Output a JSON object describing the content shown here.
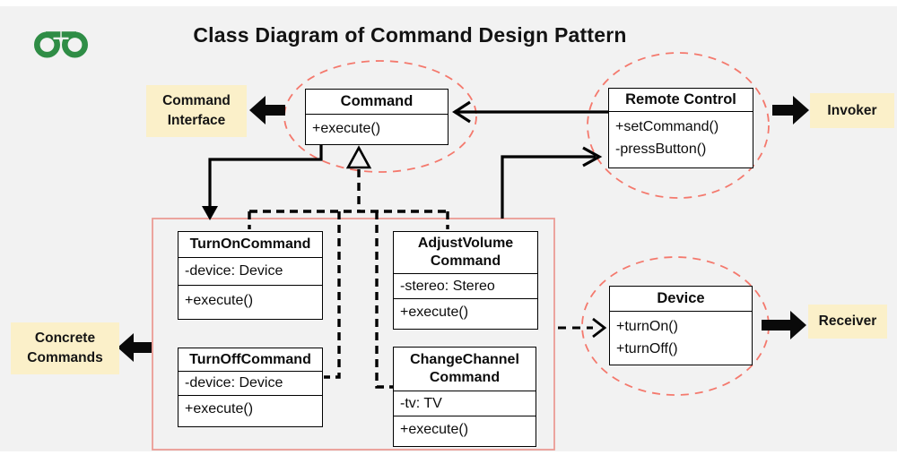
{
  "title": "Class Diagram of Command Design Pattern",
  "logo": {
    "name": "geeksforgeeks-logo"
  },
  "annotations": {
    "command_interface": "Command Interface",
    "invoker": "Invoker",
    "concrete_commands": "Concrete Commands",
    "receiver": "Receiver"
  },
  "classes": {
    "command": {
      "title": "Command",
      "method": "+execute()"
    },
    "remote_control": {
      "title": "Remote Control",
      "methods": [
        "+setCommand()",
        "-pressButton()"
      ]
    },
    "turn_on": {
      "title": "TurnOnCommand",
      "attribute": "-device: Device",
      "method": "+execute()"
    },
    "turn_off": {
      "title": "TurnOffCommand",
      "attribute": "-device: Device",
      "method": "+execute()"
    },
    "adjust_volume": {
      "title": "AdjustVolume Command",
      "attribute": "-stereo: Stereo",
      "method": "+execute()"
    },
    "change_channel": {
      "title": "ChangeChannel Command",
      "attribute": "-tv: TV",
      "method": "+execute()"
    },
    "device": {
      "title": "Device",
      "methods": [
        "+turnOn()",
        "+turnOff()"
      ]
    }
  },
  "colors": {
    "background": "#f2f2f2",
    "label_background": "#fbf0c9",
    "highlight_ellipse": "#f4796d",
    "group_rectangle": "#eb9c94",
    "logo_green": "#2f8d46",
    "line": "#000000"
  }
}
